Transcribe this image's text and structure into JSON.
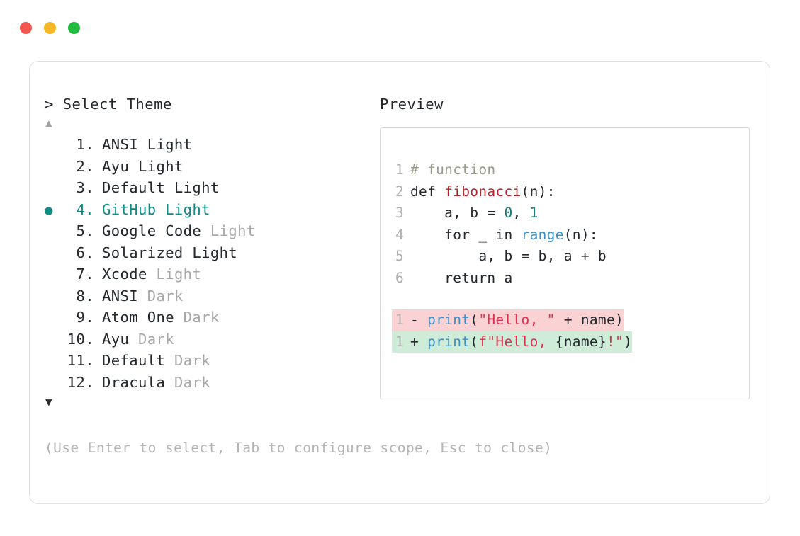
{
  "window": {
    "dots": [
      {
        "name": "close",
        "color": "#f5564f"
      },
      {
        "name": "minimize",
        "color": "#f4b728"
      },
      {
        "name": "maximize",
        "color": "#21bb3f"
      }
    ]
  },
  "selector": {
    "prompt_caret": ">",
    "prompt_label": "Select Theme",
    "scroll_up_icon": "▲",
    "scroll_down_icon": "▼",
    "selected_bullet": "●",
    "selected_index": 4,
    "items": [
      {
        "number": "1.",
        "name": "ANSI Light",
        "mode": "",
        "selected": false
      },
      {
        "number": "2.",
        "name": "Ayu Light",
        "mode": "",
        "selected": false
      },
      {
        "number": "3.",
        "name": "Default Light",
        "mode": "",
        "selected": false
      },
      {
        "number": "4.",
        "name": "GitHub",
        "mode": "Light",
        "selected": true
      },
      {
        "number": "5.",
        "name": "Google Code",
        "mode": "Light",
        "selected": false
      },
      {
        "number": "6.",
        "name": "Solarized Light",
        "mode": "",
        "selected": false
      },
      {
        "number": "7.",
        "name": "Xcode",
        "mode": "Light",
        "selected": false
      },
      {
        "number": "8.",
        "name": "ANSI",
        "mode": "Dark",
        "selected": false
      },
      {
        "number": "9.",
        "name": "Atom One",
        "mode": "Dark",
        "selected": false
      },
      {
        "number": "10.",
        "name": "Ayu",
        "mode": "Dark",
        "selected": false
      },
      {
        "number": "11.",
        "name": "Default",
        "mode": "Dark",
        "selected": false
      },
      {
        "number": "12.",
        "name": "Dracula",
        "mode": "Dark",
        "selected": false
      }
    ],
    "hint": "(Use Enter to select, Tab to configure scope, Esc to close)"
  },
  "preview": {
    "title": "Preview",
    "code_lines": [
      {
        "ln": "1",
        "tokens": [
          {
            "t": "# function",
            "c": "comment"
          }
        ]
      },
      {
        "ln": "2",
        "tokens": [
          {
            "t": "def ",
            "c": "kw"
          },
          {
            "t": "fibonacci",
            "c": "fn"
          },
          {
            "t": "(n):",
            "c": "punct"
          }
        ]
      },
      {
        "ln": "3",
        "tokens": [
          {
            "t": "    a, b = ",
            "c": "plain"
          },
          {
            "t": "0",
            "c": "num"
          },
          {
            "t": ", ",
            "c": "plain"
          },
          {
            "t": "1",
            "c": "num"
          }
        ]
      },
      {
        "ln": "4",
        "tokens": [
          {
            "t": "    for _ in ",
            "c": "plain"
          },
          {
            "t": "range",
            "c": "builtin"
          },
          {
            "t": "(n):",
            "c": "punct"
          }
        ]
      },
      {
        "ln": "5",
        "tokens": [
          {
            "t": "        a, b = b, a + b",
            "c": "plain"
          }
        ]
      },
      {
        "ln": "6",
        "tokens": [
          {
            "t": "    return a",
            "c": "plain"
          }
        ]
      }
    ],
    "diff_lines": [
      {
        "kind": "del",
        "ln": "1",
        "sign": "- ",
        "tokens": [
          {
            "t": "print",
            "c": "builtin"
          },
          {
            "t": "(",
            "c": "punct"
          },
          {
            "t": "\"Hello, \"",
            "c": "str"
          },
          {
            "t": " + name)",
            "c": "plain"
          }
        ]
      },
      {
        "kind": "add",
        "ln": "1",
        "sign": "+ ",
        "tokens": [
          {
            "t": "print",
            "c": "builtin"
          },
          {
            "t": "(",
            "c": "punct"
          },
          {
            "t": "f\"Hello, ",
            "c": "str"
          },
          {
            "t": "{name}",
            "c": "plain"
          },
          {
            "t": "!\"",
            "c": "str"
          },
          {
            "t": ")",
            "c": "punct"
          }
        ]
      }
    ]
  },
  "colors": {
    "accent_teal": "#0f8c82",
    "diff_del_bg": "#fbd2d4",
    "diff_add_bg": "#cfecd9",
    "muted_text": "#a8a8a8",
    "card_border": "#e2e2e2"
  }
}
